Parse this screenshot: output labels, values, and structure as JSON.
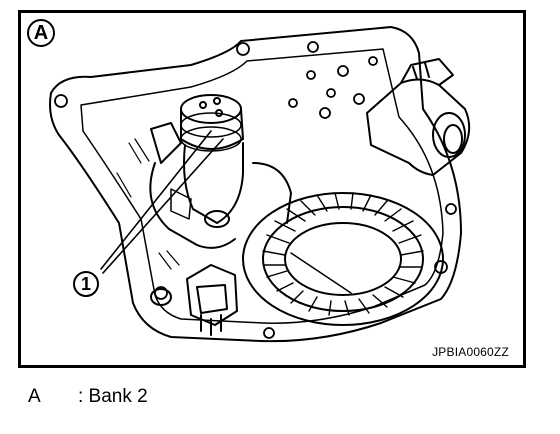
{
  "figure": {
    "view_label": "A",
    "callout_number": "1",
    "image_code": "JPBIA0060ZZ"
  },
  "legend": [
    {
      "key": "A",
      "text": ": Bank 2"
    }
  ]
}
